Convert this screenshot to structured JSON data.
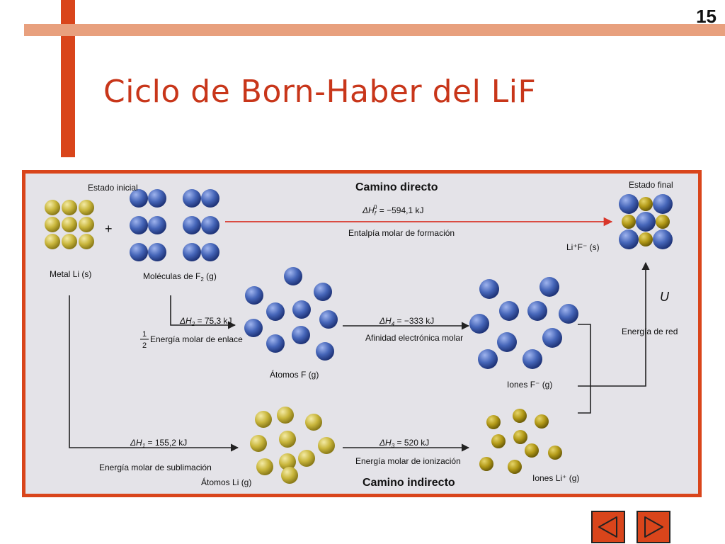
{
  "slide": {
    "page_number": "15",
    "title": "Ciclo de Born-Haber del LiF"
  },
  "diagram": {
    "headers": {
      "direct_path": "Camino directo",
      "indirect_path": "Camino indirecto"
    },
    "states": {
      "initial": "Estado inicial",
      "final": "Estado final",
      "plus": "+"
    },
    "species": {
      "metal_li": "Metal Li (s)",
      "f2_molecules_prefix": "Moléculas de F",
      "f2_molecules_sub": "2",
      "f2_molecules_suffix": " (g)",
      "f_atoms": "Átomos F (g)",
      "f_ions": "Iones F⁻ (g)",
      "li_atoms": "Átomos Li (g)",
      "li_ions": "Iones Li⁺ (g)",
      "lif": "Li⁺F⁻ (s)"
    },
    "steps": {
      "dhf_label": "ΔH",
      "dhf_sub": "f",
      "dhf_sup": "0",
      "dhf_value": " = −594,1 kJ",
      "dhf_desc": "Entalpía molar de formación",
      "dh2_label": "ΔH",
      "dh2_sub": "2",
      "dh2_value": " = 75,3 kJ",
      "dh2_frac_num": "1",
      "dh2_frac_den": "2",
      "dh2_desc": "Energía molar de enlace",
      "dh4_label": "ΔH",
      "dh4_sub": "4",
      "dh4_value": " = −333 kJ",
      "dh4_desc": "Afinidad electrónica molar",
      "dh1_label": "ΔH",
      "dh1_sub": "1",
      "dh1_value": " = 155,2 kJ",
      "dh1_desc": "Energía molar de sublimación",
      "dh3_label": "ΔH",
      "dh3_sub": "3",
      "dh3_value": " = 520 kJ",
      "dh3_desc": "Energía molar de ionización",
      "lattice_symbol": "U",
      "lattice_desc": "Energía de red"
    }
  },
  "colors": {
    "accent": "#d9451b",
    "title": "#c8361a",
    "fluorine": "#4565b8",
    "lithium": "#c9b63c",
    "arrow_red": "#d9362a",
    "arrow_dark": "#222222"
  },
  "navigation": {
    "prev_icon": "triangle-left-icon",
    "next_icon": "triangle-right-icon"
  }
}
